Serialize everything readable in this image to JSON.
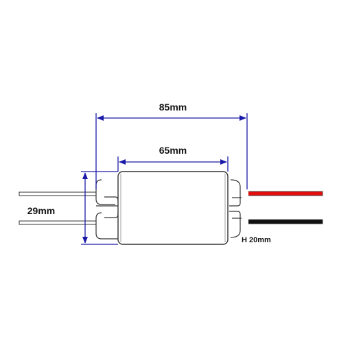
{
  "dimensions": {
    "overall_length": "85mm",
    "body_length": "65mm",
    "width": "29mm",
    "height": "H 20mm"
  },
  "colors": {
    "dimension_line": "#1a1aa8",
    "arrow": "#1a1aa8",
    "outline": "#333333",
    "positive_wire": "#e01010",
    "negative_wire": "#111111"
  }
}
